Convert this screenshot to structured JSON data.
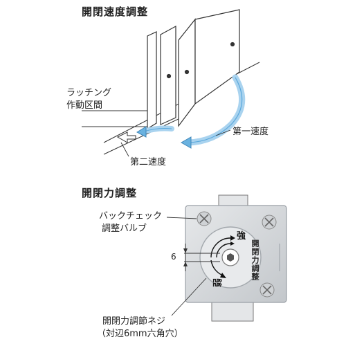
{
  "section1": {
    "title": "開閉速度調整",
    "latching_label": [
      "ラッチング",
      "作動区間"
    ],
    "first_speed_label": "第一速度",
    "second_speed_label": "第二速度"
  },
  "section2": {
    "title": "開閉力調整",
    "backcheck_label": [
      "バックチェック",
      "調整バルブ"
    ],
    "screw_label": [
      "開閉力調節ネジ",
      "（対辺6mm六角穴）"
    ],
    "dim_value": "6",
    "strong_label": "強",
    "weak_label": "弱",
    "plate_label": "開閉力調整"
  },
  "colors": {
    "accent_blue": "#6ab2e0",
    "body_gray": "#d4d7da",
    "line": "#333333"
  }
}
